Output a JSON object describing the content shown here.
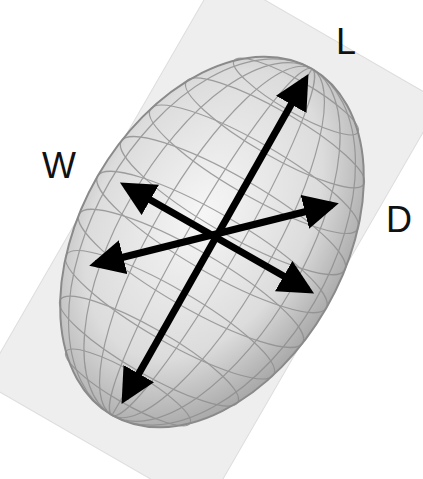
{
  "diagram": {
    "labels": [
      "L",
      "W",
      "D"
    ]
  }
}
